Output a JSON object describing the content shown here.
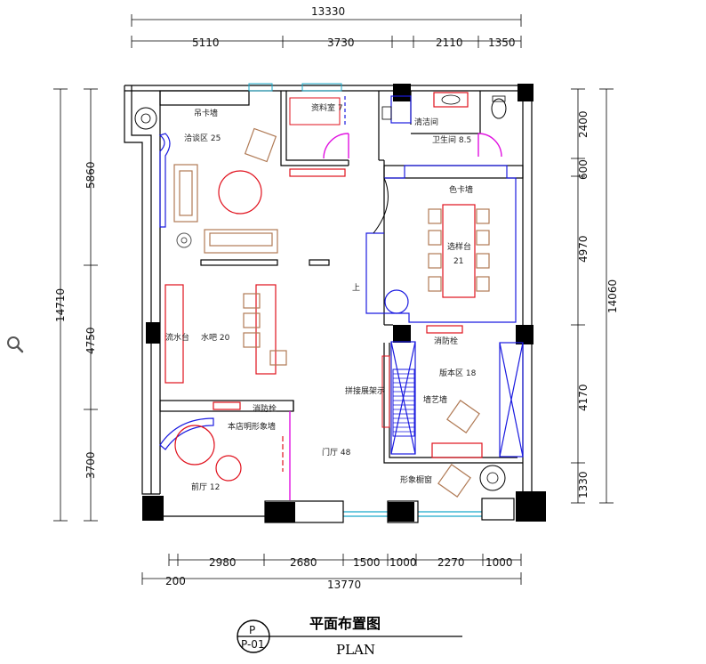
{
  "dimensions": {
    "top_total": "13330",
    "top_segments": [
      "5110",
      "3730",
      "2110",
      "1350"
    ],
    "bottom_segments": [
      "2980",
      "2680",
      "1500",
      "1000",
      "2270",
      "1000"
    ],
    "bottom_offset": "200",
    "bottom_total": "13770",
    "left_total": "14710",
    "left_segments": [
      "5860",
      "4750",
      "3700"
    ],
    "right_total": "14060",
    "right_segments": [
      "2400",
      "600",
      "4970",
      "4170",
      "1330"
    ]
  },
  "rooms": {
    "hanging_wall": "吊卡墙",
    "negotiation": "洽谈区 25",
    "storage": "资料室 7",
    "cleaning": "清洁间",
    "toilet": "卫生间 8.5",
    "color_wall": "色卡墙",
    "selection_table": "选样台",
    "selection_area": "21",
    "water_bar_label": "水吧 20",
    "water_table": "流水台",
    "fire_door": "消防栓",
    "sample_area": "版本区 18",
    "display_rack": "拼接展架示",
    "wallpaper": "墙艺墙",
    "fire_door2": "消防栓",
    "logo_wall": "本店明形象墙",
    "entrance": "门厅 48",
    "front_hall": "前厅 12",
    "window_display": "形象橱窗",
    "up": "上"
  },
  "title": {
    "cn": "平面布置图",
    "en": "PLAN",
    "sym_top": "P",
    "sym_bottom": "P-01"
  }
}
